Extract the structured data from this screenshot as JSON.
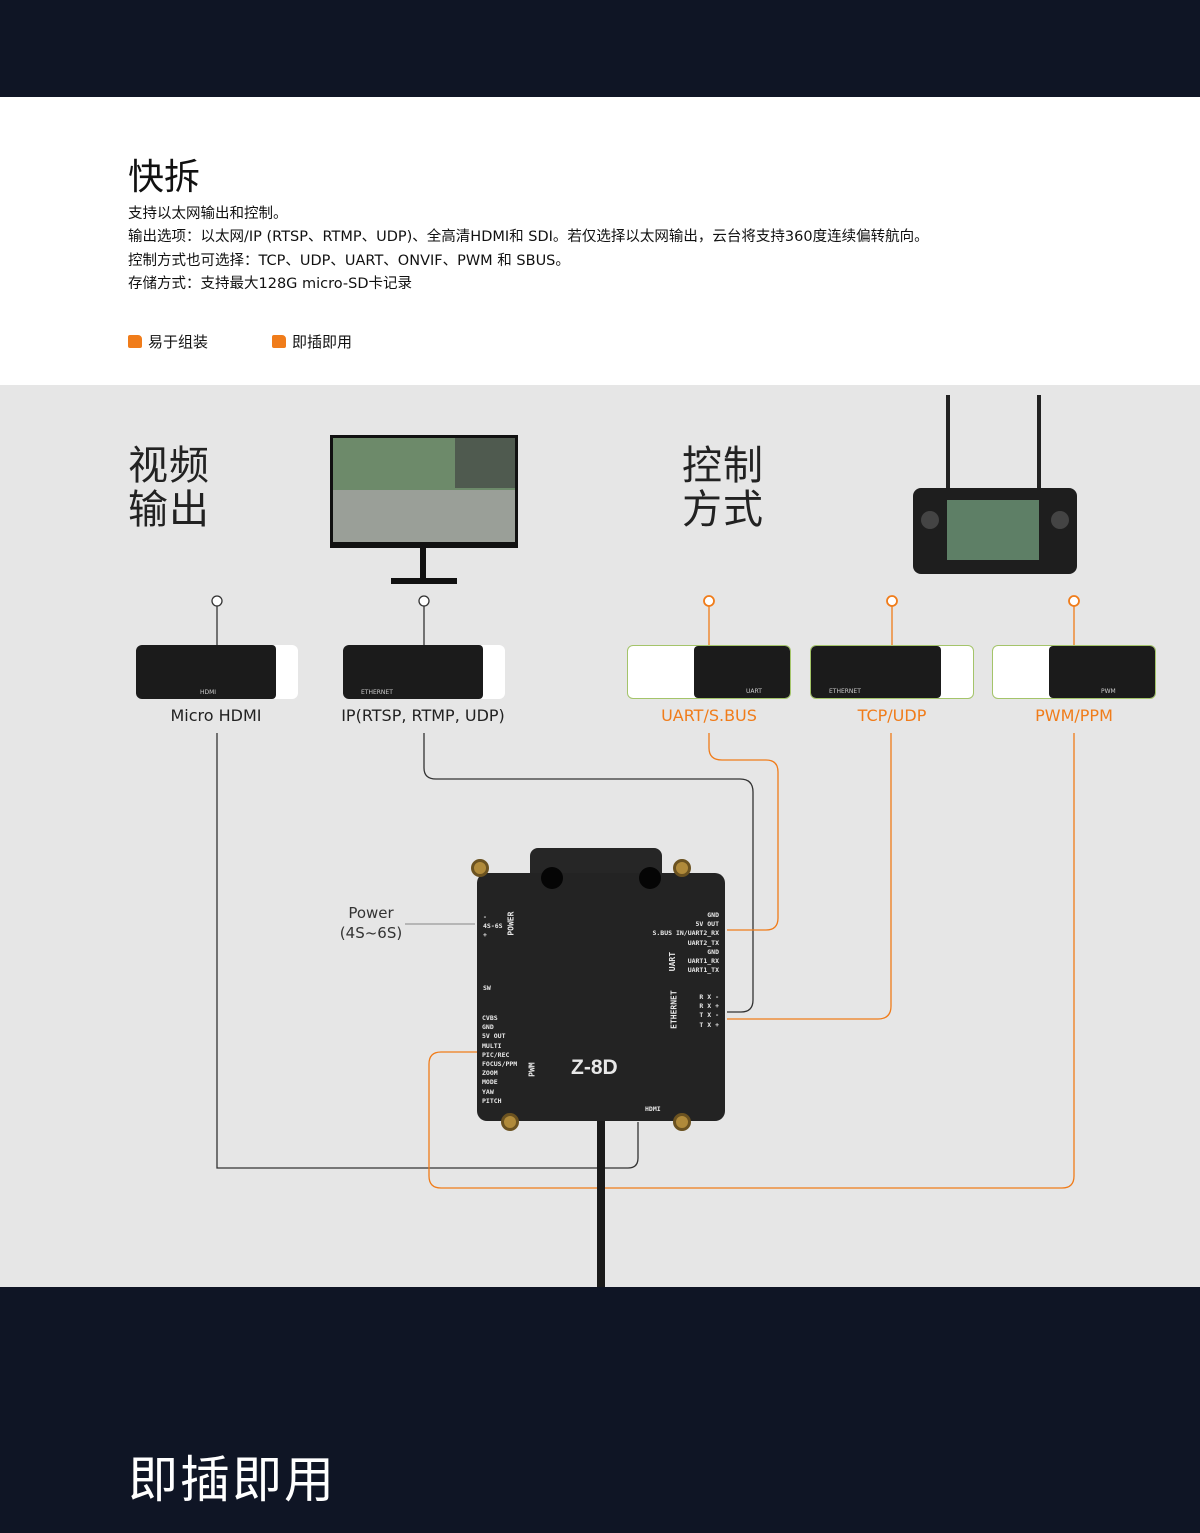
{
  "header": {
    "title": "快拆",
    "lines": [
      "支持以太网输出和控制。",
      "输出选项：以太网/IP (RTSP、RTMP、UDP)、全高清HDMI和 SDI。若仅选择以太网输出，云台将支持360度连续偏转航向。",
      "控制方式也可选择：TCP、UDP、UART、ONVIF、PWM 和 SBUS。",
      "存储方式：支持最大128G micro-SD卡记录"
    ],
    "features": [
      "易于组装",
      "即插即用"
    ]
  },
  "diagram": {
    "video_title": [
      "视频",
      "输出"
    ],
    "control_title": [
      "控制",
      "方式"
    ],
    "video_ports": [
      {
        "label": "Micro HDMI",
        "tag": "HDMI"
      },
      {
        "label": "IP(RTSP, RTMP, UDP)",
        "tag": "ETHERNET"
      }
    ],
    "control_ports": [
      {
        "label": "UART/S.BUS",
        "tag": "UART"
      },
      {
        "label": "TCP/UDP",
        "tag": "ETHERNET"
      },
      {
        "label": "PWM/PPM",
        "tag": "PWM"
      }
    ],
    "power": {
      "label": "Power",
      "range": "(4S~6S)"
    },
    "device": {
      "model": "Z-8D",
      "power_label": "POWER",
      "power_pins": "-\n4S-6S\n+",
      "sw": "SW",
      "uart_pins": "GND\n5V OUT\nS.BUS IN/UART2_RX\nUART2_TX\nGND\nUART1_RX\nUART1_TX",
      "uart_label": "UART",
      "eth_label": "ETHERNET",
      "eth_pins": "R X -\nR X +\nT X -\nT X +",
      "left_pins": "CVBS\nGND\n5V OUT\nMULTI\nPIC/REC\nFOCUS/PPM\nZOOM\nMODE\nYAW\nPITCH",
      "pwm_label": "PWM",
      "hdmi_label": "HDMI"
    }
  },
  "footer": {
    "title": "即插即用"
  },
  "colors": {
    "accent": "#f07c1a",
    "dark": "#0f1525",
    "gray": "#e6e6e6"
  }
}
